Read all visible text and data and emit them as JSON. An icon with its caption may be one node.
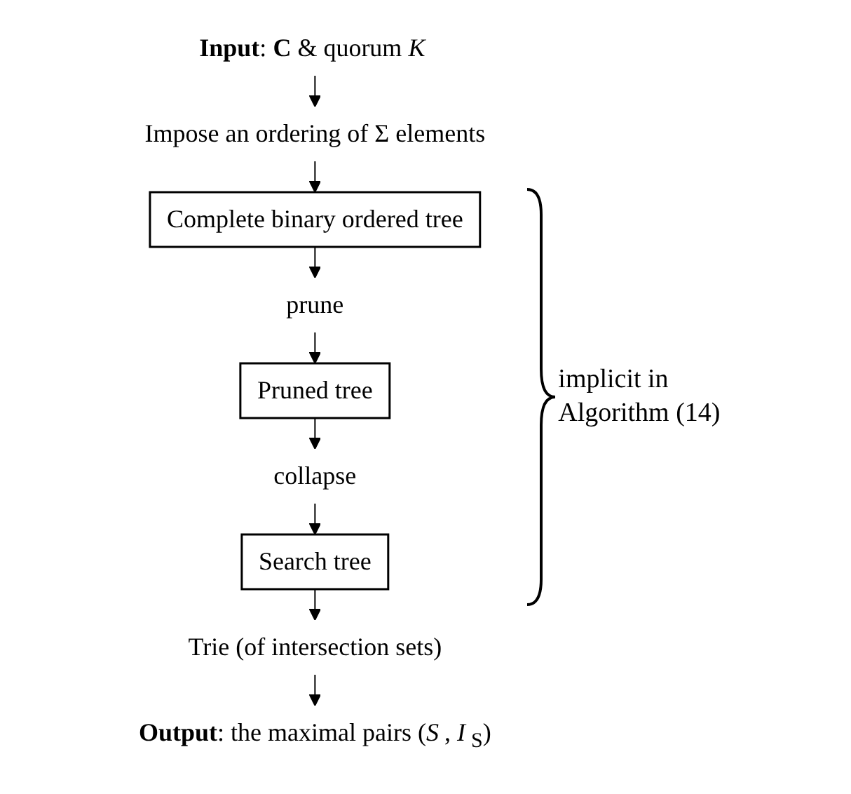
{
  "diagram": {
    "nodes": [
      {
        "text": [
          "**Input**: **C** & quorum *K*"
        ]
      },
      {
        "text": [
          "Impose an ordering of Σ elements"
        ]
      },
      {
        "text": [
          "Complete binary ordered tree"
        ]
      },
      {
        "text": [
          "prune"
        ]
      },
      {
        "text": [
          "Pruned tree"
        ]
      },
      {
        "text": [
          "collapse"
        ]
      },
      {
        "text": [
          "Search tree"
        ]
      },
      {
        "text": [
          "Trie (of intersection sets)"
        ]
      },
      {
        "text": [
          "**Output**: the maximal pairs (*S*, *I*$_{S}$)"
        ]
      }
    ],
    "edges": [
      {
        "from": 0,
        "to": 1,
        "arrow": "to"
      },
      {
        "from": 1,
        "to": 2,
        "arrow": "to"
      },
      {
        "from": 2,
        "to": 3,
        "arrow": "to"
      },
      {
        "from": 3,
        "to": 4,
        "arrow": "to"
      },
      {
        "from": 4,
        "to": 5,
        "arrow": "to"
      },
      {
        "from": 5,
        "to": 6,
        "arrow": "to"
      },
      {
        "from": 6,
        "to": 7,
        "arrow": "to"
      },
      {
        "from": 7,
        "to": 8,
        "arrow": "to"
      }
    ],
    "labels": [
      "implicit in Algorithm (14)"
    ]
  }
}
